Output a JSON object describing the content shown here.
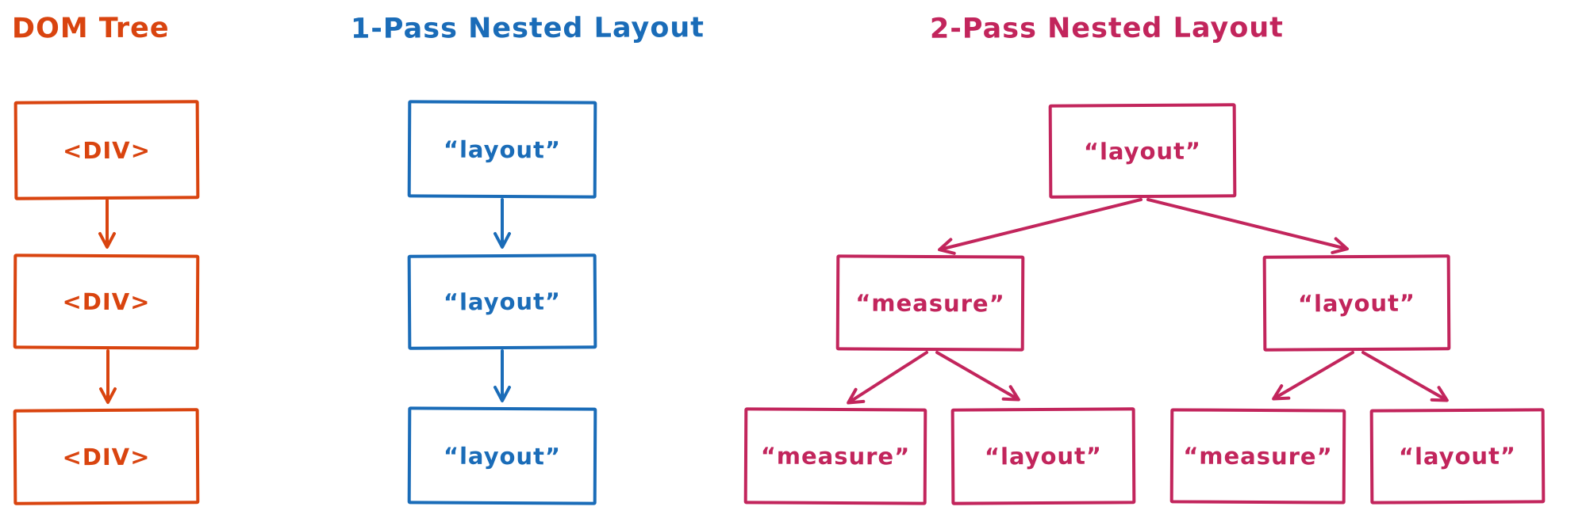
{
  "colors": {
    "orange": "#d9440f",
    "blue": "#1a6cb8",
    "pink": "#c2255c",
    "background": "#ffffff"
  },
  "sections": {
    "dom_tree": {
      "title": "DOM Tree",
      "nodes": [
        "<DIV>",
        "<DIV>",
        "<DIV>"
      ]
    },
    "one_pass": {
      "title": "1-Pass Nested Layout",
      "nodes": [
        "“layout”",
        "“layout”",
        "“layout”"
      ]
    },
    "two_pass": {
      "title": "2-Pass Nested Layout",
      "root": "“layout”",
      "level2": [
        "“measure”",
        "“layout”"
      ],
      "level3": [
        "“measure”",
        "“layout”",
        "“measure”",
        "“layout”"
      ]
    }
  }
}
